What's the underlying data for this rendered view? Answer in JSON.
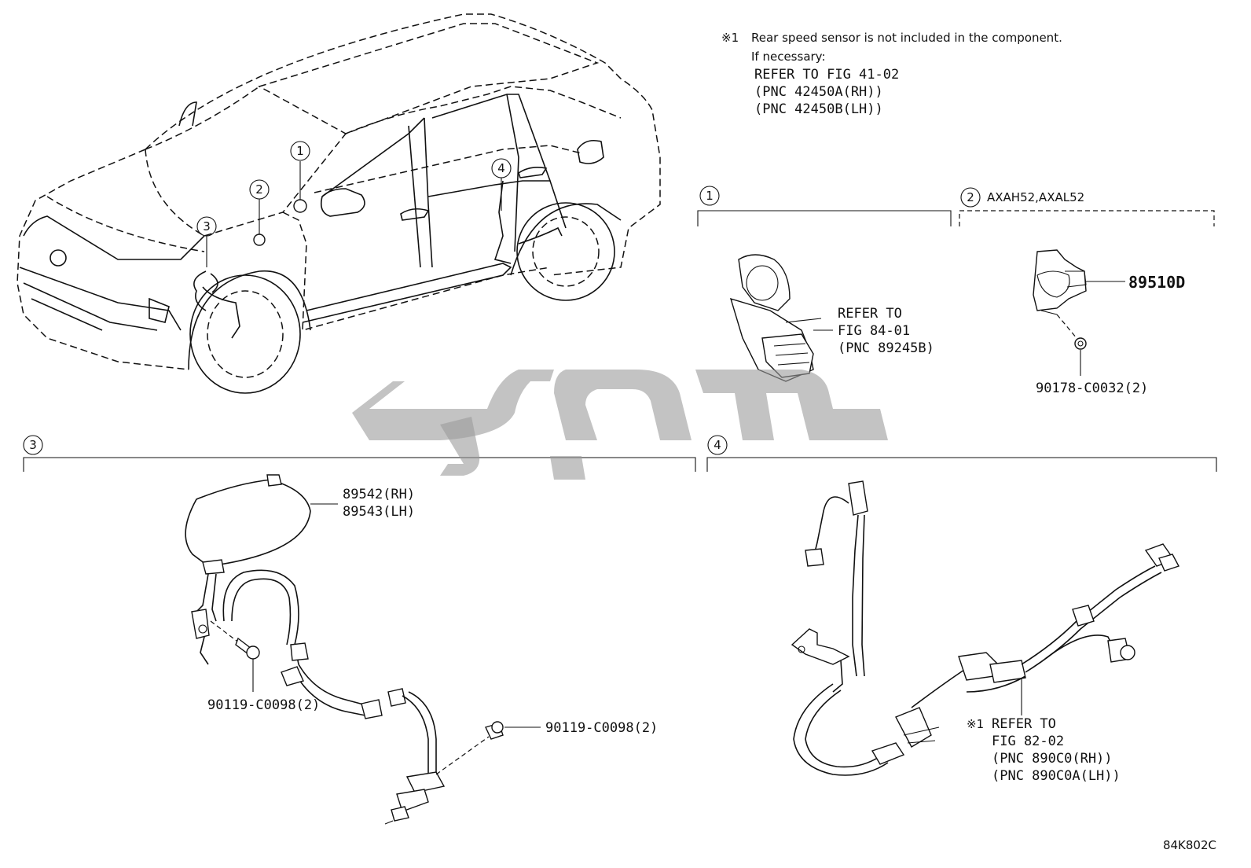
{
  "note": {
    "marker": "※1",
    "line1": "Rear speed sensor is not included in the component.",
    "line2": "If necessary:",
    "line3": "REFER TO FIG 41-02",
    "line4": "(PNC 42450A(RH))",
    "line5": "(PNC 42450B(LH))"
  },
  "callouts": [
    "1",
    "2",
    "3",
    "4"
  ],
  "section1": {
    "number": "1",
    "ref_line1": "REFER TO",
    "ref_line2": "FIG 84-01",
    "ref_line3": "(PNC 89245B)"
  },
  "section2": {
    "number": "2",
    "models": "AXAH52,AXAL52",
    "part_main": "89510D",
    "part_nut": "90178-C0032(2)"
  },
  "section3": {
    "number": "3",
    "part_rh": "89542(RH)",
    "part_lh": "89543(LH)",
    "bolt_left": "90119-C0098(2)",
    "bolt_right": "90119-C0098(2)"
  },
  "section4": {
    "number": "4",
    "marker": "※1",
    "ref_line1": "REFER TO",
    "ref_line2": "FIG 82-02",
    "ref_line3": "(PNC 890C0(RH))",
    "ref_line4": "(PNC 890C0A(LH))"
  },
  "figure_code": "84K802C",
  "colors": {
    "line": "#111111",
    "watermark": "#9b9b9b"
  }
}
